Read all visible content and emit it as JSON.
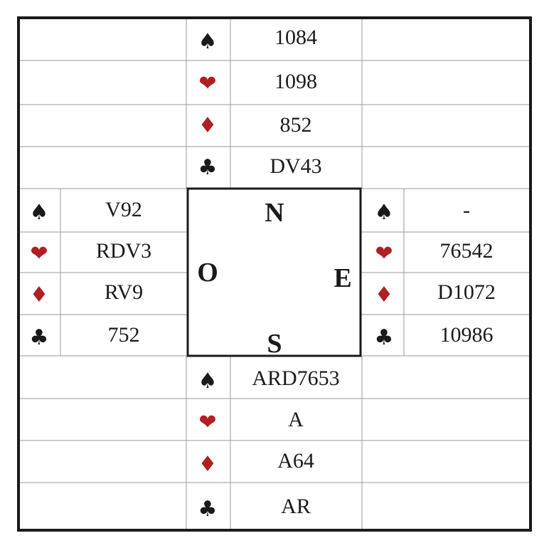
{
  "colors": {
    "black_suit": "#1a1a1a",
    "red_suit": "#b01e23"
  },
  "suits": [
    {
      "icon": "spade-icon",
      "glyph": "♠",
      "color": "black"
    },
    {
      "icon": "heart-icon",
      "glyph": "❤",
      "color": "red"
    },
    {
      "icon": "diamond-icon",
      "glyph": "♦",
      "color": "red"
    },
    {
      "icon": "club-icon",
      "glyph": "♣",
      "color": "black"
    }
  ],
  "hands": {
    "north": [
      "1084",
      "1098",
      "852",
      "DV43"
    ],
    "west": [
      "V92",
      "RDV3",
      "RV9",
      "752"
    ],
    "east": [
      "-",
      "76542",
      "D1072",
      "10986"
    ],
    "south": [
      "ARD7653",
      "A",
      "A64",
      "AR"
    ]
  },
  "compass": {
    "north": "N",
    "south": "S",
    "east": "E",
    "west": "O"
  }
}
